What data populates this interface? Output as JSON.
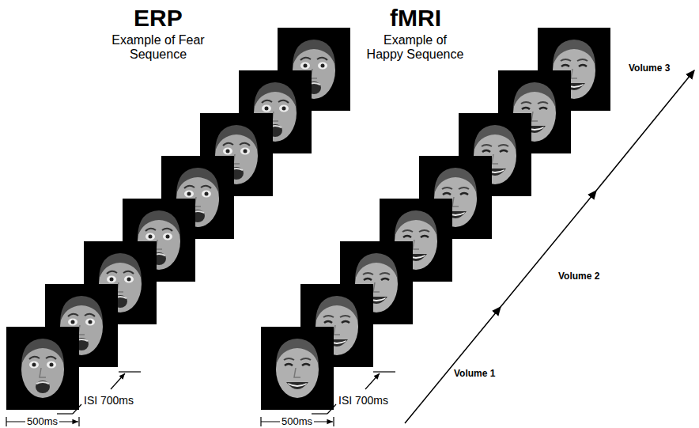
{
  "diagram": {
    "labels": [
      "ERP",
      "Example of Fear Sequence",
      "fMRI",
      "Example of Happy Sequence",
      "ISI 700ms",
      "500ms",
      "ISI 700ms",
      "500ms",
      "Volume 1",
      "Volume 2",
      "Volume 3"
    ]
  }
}
